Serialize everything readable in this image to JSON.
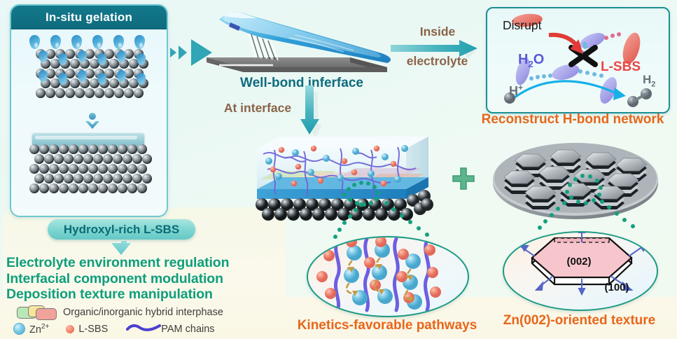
{
  "figure": {
    "title": "In-situ gelation scheme for hydroxyl-rich L-SBS electrolyte additive",
    "background_color": "#eef9f4",
    "bottom_band_color": "#faf7e6"
  },
  "colors": {
    "teal_dark": "#0e6b7d",
    "teal_header": "#13798c",
    "teal_accent": "#35a9b8",
    "green_text": "#0f9e7c",
    "orange_text": "#e8661a",
    "brown_text": "#8a6348",
    "red_lsbs": "#ef4444",
    "blue_h2o": "#5a5ad6",
    "grey_hplus": "#6a7078",
    "ellipse_border": "#1b9a83",
    "plus_green": "#5cb58e",
    "pam_blue": "#4a40cf",
    "zn_blue": "#66c2e3",
    "lsbs_orange": "#ef8168"
  },
  "left_panel": {
    "header": "In-situ gelation",
    "water_drops_count": 6,
    "lattice_rows": 5,
    "lattice_cols": 10,
    "down_arrow": "chevron-down"
  },
  "pill": {
    "label": "Hydroxyl-rich L-SBS"
  },
  "bullets": [
    "Electrolyte environment regulation",
    "Interfacial component modulation",
    "Deposition texture manipulation"
  ],
  "legend": {
    "hybrid_label": "Organic/inorganic hybrid interphase",
    "zn_label": "Zn2+",
    "zn_label_base": "Zn",
    "zn_label_sup": "2+",
    "lsbs_label": "L-SBS",
    "pam_label": "PAM chains"
  },
  "center": {
    "chevron_group": "triple-chevron-right",
    "device_label": "Well-bond inferface",
    "down_branch_label": "At interface",
    "right_branch_label_line1": "Inside",
    "right_branch_label_line2": "electrolyte"
  },
  "right_panel": {
    "caption": "Reconstruct H-bond network",
    "disrupt": "Disrupt",
    "h2o_base": "H",
    "h2o_sub": "2",
    "h2o_tail": "O",
    "lsbs": "L-SBS",
    "hplus_base": "H",
    "hplus_sup": "+",
    "h2_base": "H",
    "h2_sub": "2",
    "cross_mark": "X"
  },
  "bottom": {
    "plus_symbol": "+",
    "kinetics_caption": "Kinetics-favorable pathways",
    "texture_caption": "Zn(002)-oriented texture",
    "facet_002": "(002)",
    "facet_100": "(100)"
  }
}
